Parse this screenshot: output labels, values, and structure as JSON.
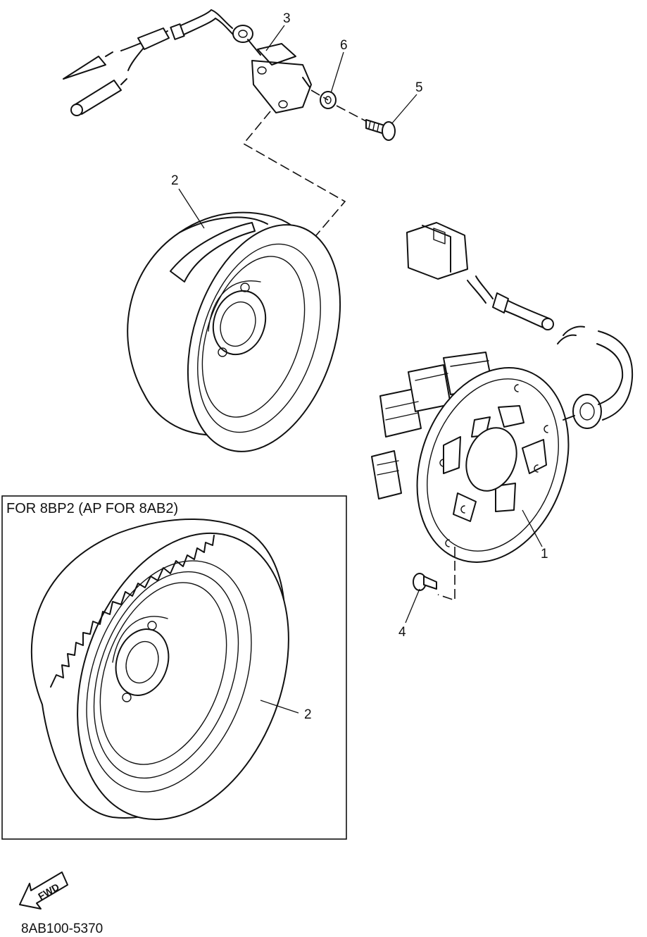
{
  "callouts": {
    "c1": "1",
    "c2": "2",
    "c3": "3",
    "c4": "4",
    "c5": "5",
    "c6": "6",
    "c2_inset": "2"
  },
  "inset": {
    "title": "FOR 8BP2 (AP FOR 8AB2)"
  },
  "fwd_arrow": {
    "label": "FWD"
  },
  "diagram_code": "8AB100-5370"
}
